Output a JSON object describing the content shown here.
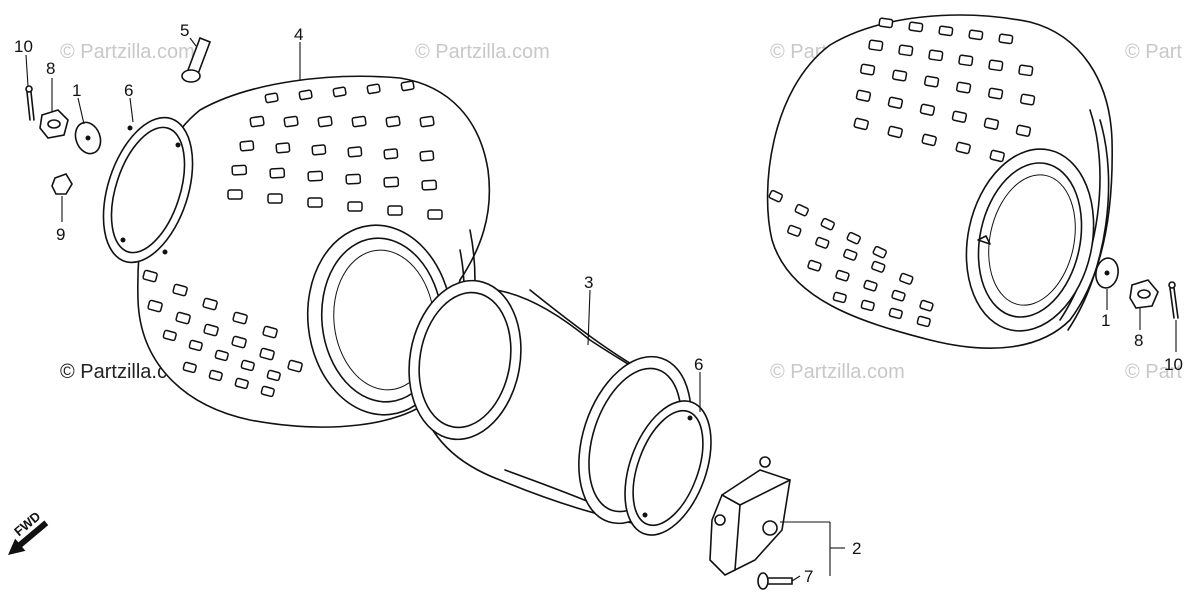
{
  "watermark_text": "© Partzilla.com",
  "corner_watermark_text": "© Part",
  "credit_text": "© Partzilla.com",
  "fwd_label": "FWD",
  "callouts": {
    "c10_left": "10",
    "c8_left": "8",
    "c1_left": "1",
    "c6_left": "6",
    "c9": "9",
    "c5": "5",
    "c4": "4",
    "c3": "3",
    "c6_mid": "6",
    "c2": "2",
    "c7": "7",
    "c1_right": "1",
    "c8_right": "8",
    "c10_right": "10"
  }
}
